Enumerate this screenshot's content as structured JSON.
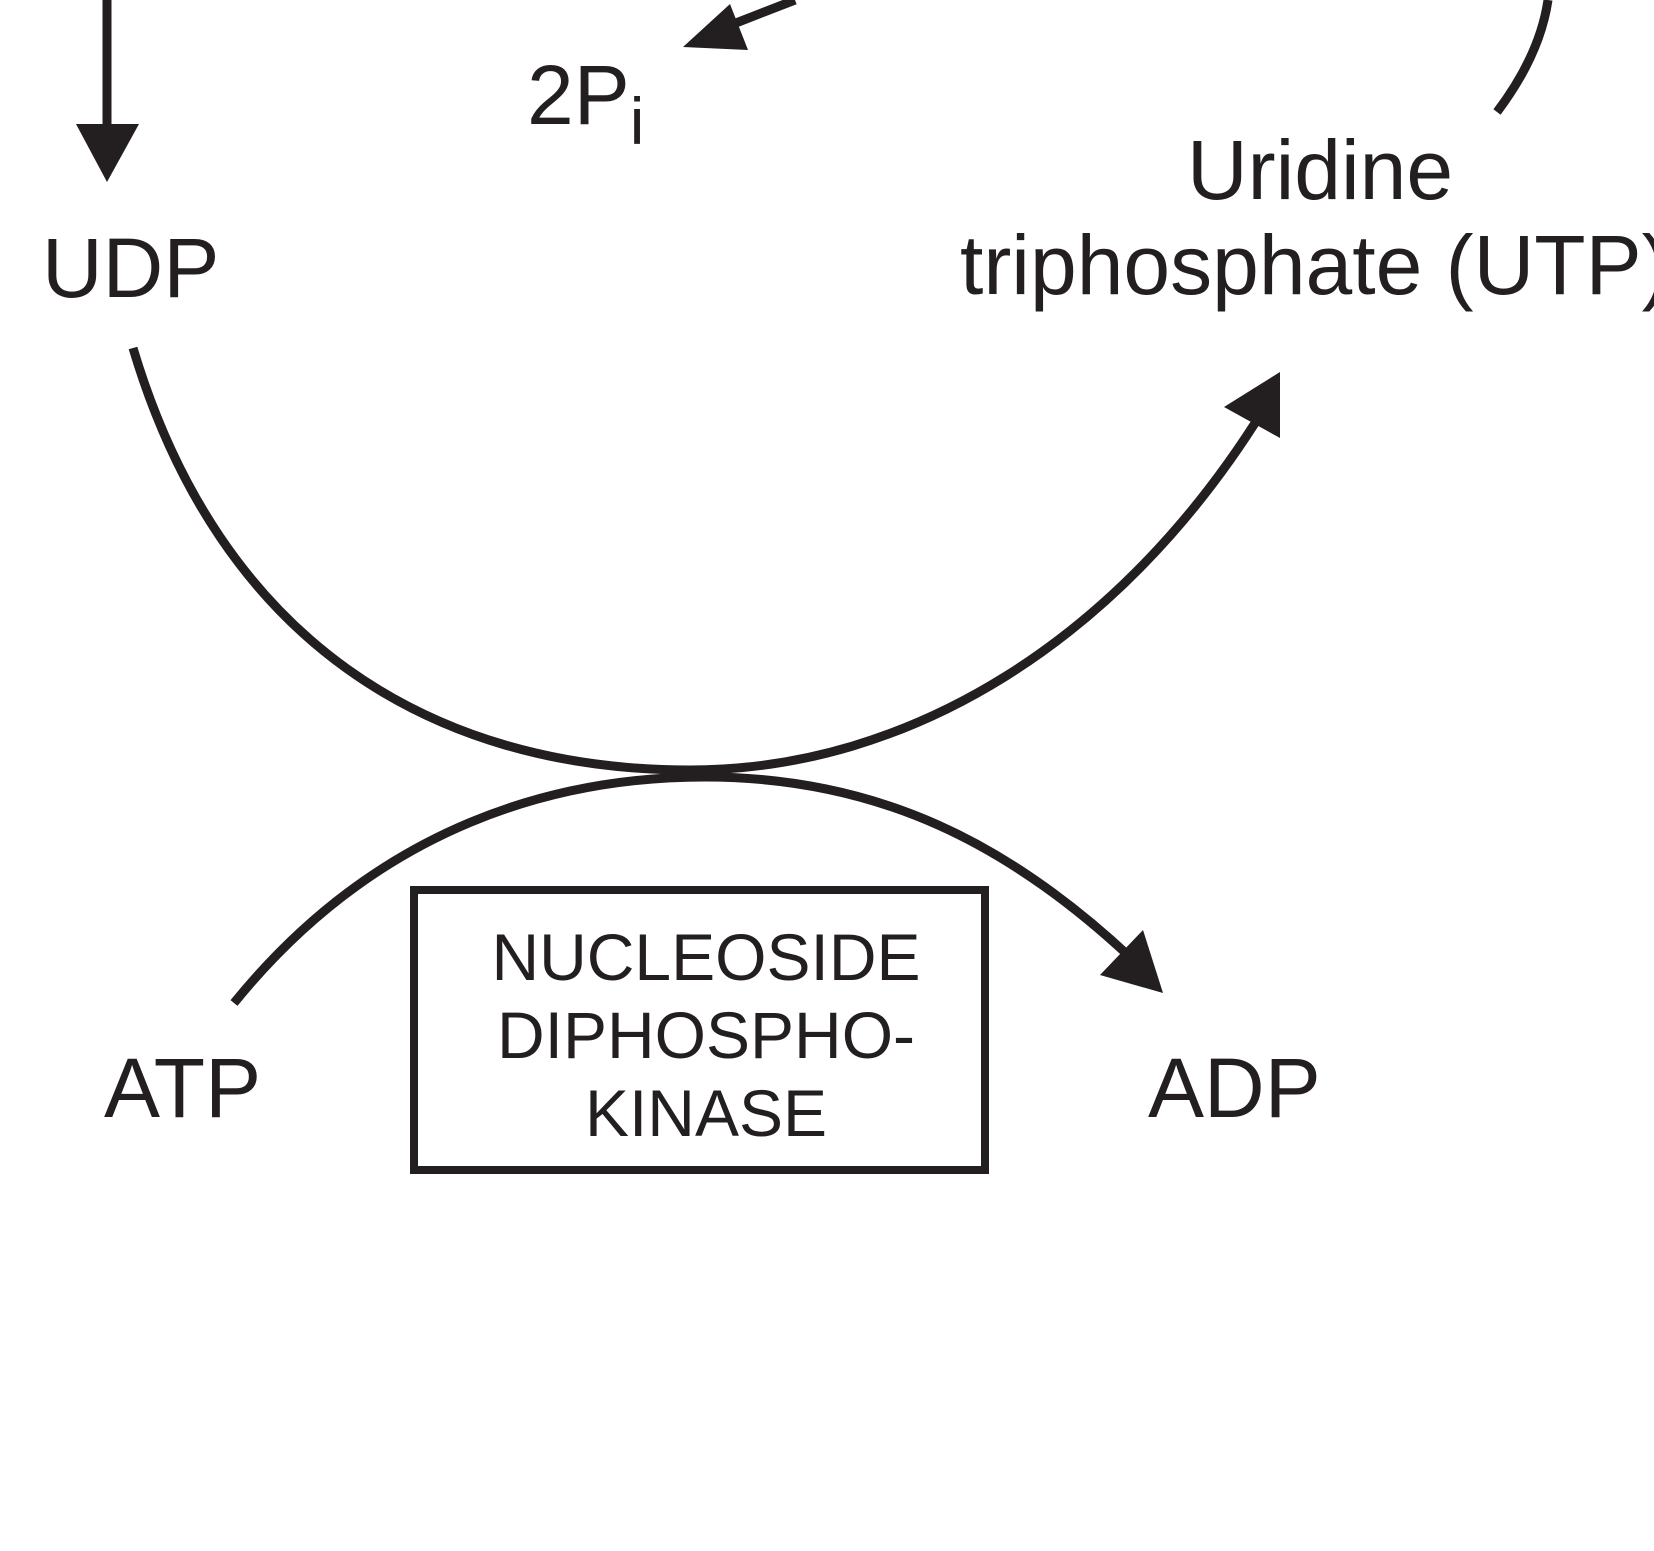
{
  "labels": {
    "pi_main": "2P",
    "pi_sub": "i",
    "udp": "UDP",
    "utp_line1": "Uridine",
    "utp_line2": "triphosphate (UTP)",
    "atp": "ATP",
    "adp": "ADP"
  },
  "enzyme": {
    "line1": "NUCLEOSIDE",
    "line2": "DIPHOSPHO-",
    "line3": "KINASE"
  },
  "colors": {
    "ink": "#231f20",
    "background": "#ffffff"
  }
}
